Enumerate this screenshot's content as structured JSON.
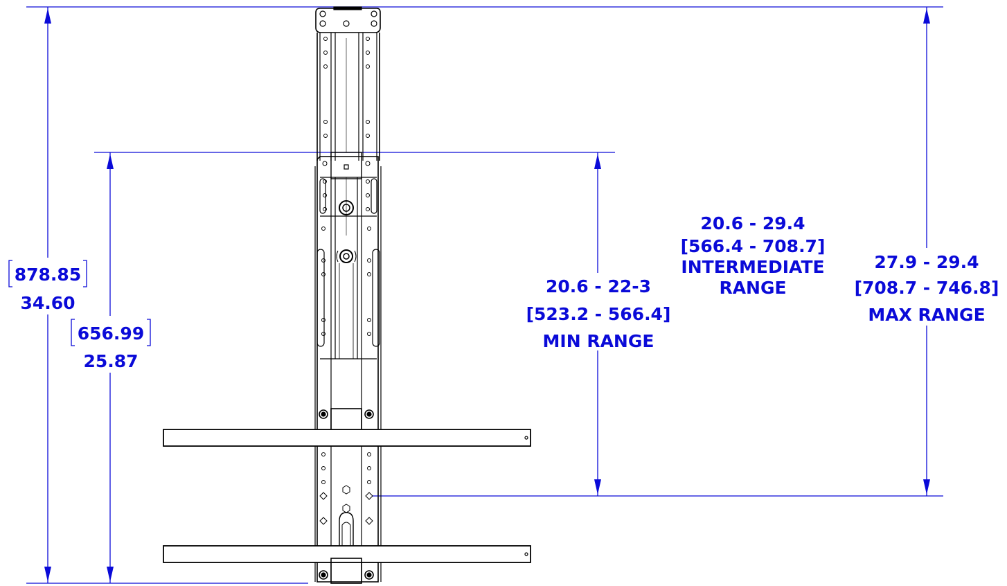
{
  "colors": {
    "dimension": "#0a0ad8",
    "part": "#000000",
    "background": "#ffffff"
  },
  "dimensions": {
    "overall": {
      "metric": "878.85",
      "imperial": "34.60"
    },
    "lower": {
      "metric": "656.99",
      "imperial": "25.87"
    },
    "min_range": {
      "inches": "20.6 - 22-3",
      "mm": "[523.2 - 566.4]",
      "label": "MIN RANGE"
    },
    "intermediate_range": {
      "inches": "20.6 - 29.4",
      "mm": "[566.4 - 708.7]",
      "label_line1": "INTERMEDIATE",
      "label_line2": "RANGE"
    },
    "max_range": {
      "inches": "27.9 - 29.4",
      "mm": "[708.7 - 746.8]",
      "label": "MAX RANGE"
    }
  }
}
